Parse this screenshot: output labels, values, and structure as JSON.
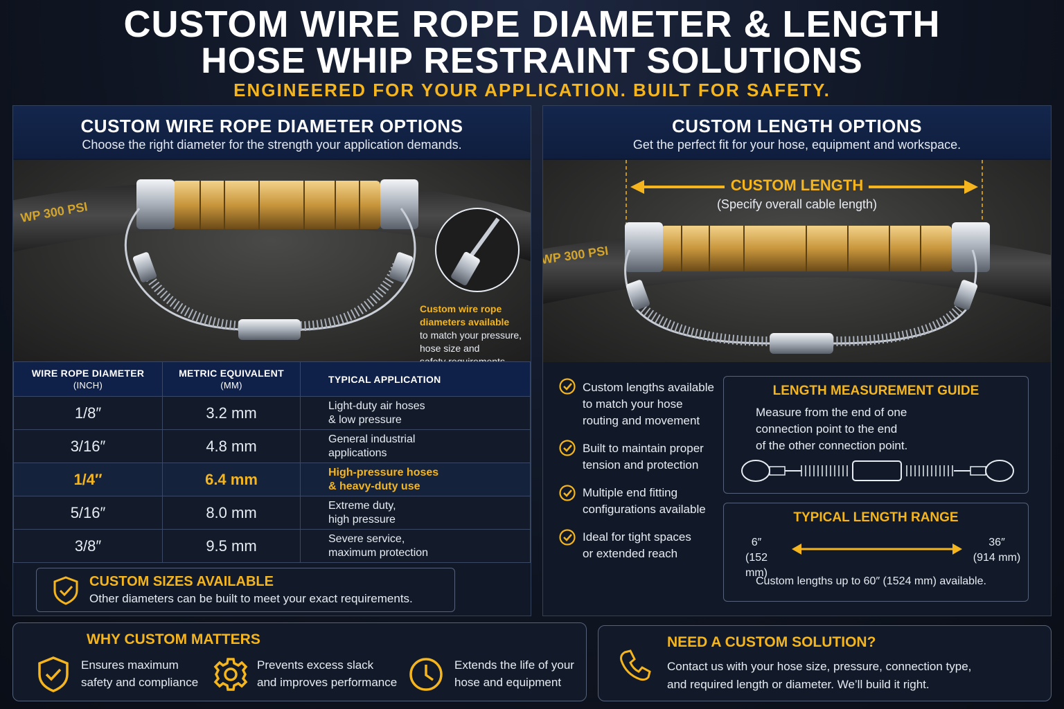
{
  "header": {
    "title_line1": "CUSTOM WIRE ROPE DIAMETER & LENGTH",
    "title_line2": "HOSE WHIP RESTRAINT SOLUTIONS",
    "tagline": "ENGINEERED FOR YOUR APPLICATION. BUILT FOR SAFETY."
  },
  "diameter_panel": {
    "title": "CUSTOM WIRE ROPE DIAMETER OPTIONS",
    "subtitle": "Choose the right diameter for the strength your application demands.",
    "hose_print": "WP 300 PSI",
    "callout_title_1": "Custom wire rope",
    "callout_title_2": "diameters available",
    "callout_body_1": "to match your pressure,",
    "callout_body_2": "hose size and",
    "callout_body_3": "safety requirements.",
    "table": {
      "headers": [
        {
          "main": "WIRE ROPE DIAMETER",
          "sub": "(INCH)"
        },
        {
          "main": "METRIC EQUIVALENT",
          "sub": "(MM)"
        },
        {
          "main": "TYPICAL APPLICATION",
          "sub": ""
        }
      ],
      "rows": [
        {
          "inch": "1/8″",
          "mm": "3.2 mm",
          "app1": "Light-duty air hoses",
          "app2": "& low pressure"
        },
        {
          "inch": "3/16″",
          "mm": "4.8 mm",
          "app1": "General industrial",
          "app2": "applications"
        },
        {
          "inch": "1/4″",
          "mm": "6.4 mm",
          "app1": "High-pressure hoses",
          "app2": "& heavy-duty use"
        },
        {
          "inch": "5/16″",
          "mm": "8.0 mm",
          "app1": "Extreme duty,",
          "app2": "high pressure"
        },
        {
          "inch": "3/8″",
          "mm": "9.5 mm",
          "app1": "Severe service,",
          "app2": "maximum protection"
        }
      ]
    },
    "custom_sizes_title": "CUSTOM SIZES AVAILABLE",
    "custom_sizes_body": "Other diameters can be built to meet your exact requirements."
  },
  "length_panel": {
    "title": "CUSTOM LENGTH OPTIONS",
    "subtitle": "Get the perfect fit for your hose, equipment and workspace.",
    "hose_print": "WP 300 PSI",
    "dimension_label": "CUSTOM LENGTH",
    "dimension_sub": "(Specify overall cable length)",
    "bullets": [
      {
        "l1": "Custom lengths available",
        "l2": "to match your hose",
        "l3": "routing and movement"
      },
      {
        "l1": "Built to maintain proper",
        "l2": "tension and protection",
        "l3": ""
      },
      {
        "l1": "Multiple end fitting",
        "l2": "configurations available",
        "l3": ""
      },
      {
        "l1": "Ideal for tight spaces",
        "l2": "or extended reach",
        "l3": ""
      }
    ],
    "guide_title": "LENGTH MEASUREMENT GUIDE",
    "guide_l1": "Measure from the end of one",
    "guide_l2": "connection point to the end",
    "guide_l3": "of the other connection point.",
    "range_title": "TYPICAL LENGTH RANGE",
    "range_min_in": "6″",
    "range_min_mm": "(152 mm)",
    "range_max_in": "36″",
    "range_max_mm": "(914 mm)",
    "range_note": "Custom lengths up to 60″ (1524 mm) available."
  },
  "why": {
    "title": "WHY CUSTOM MATTERS",
    "items": [
      {
        "l1": "Ensures maximum",
        "l2": "safety and compliance"
      },
      {
        "l1": "Prevents excess slack",
        "l2": "and improves performance"
      },
      {
        "l1": "Extends the life of your",
        "l2": "hose and equipment"
      }
    ]
  },
  "cta": {
    "title": "NEED A CUSTOM SOLUTION?",
    "l1": "Contact us with your hose size, pressure, connection type,",
    "l2": "and required length or diameter. We’ll build it right."
  },
  "colors": {
    "accent": "#f5b51e",
    "navy": "#102149",
    "background": "#0f1522"
  }
}
